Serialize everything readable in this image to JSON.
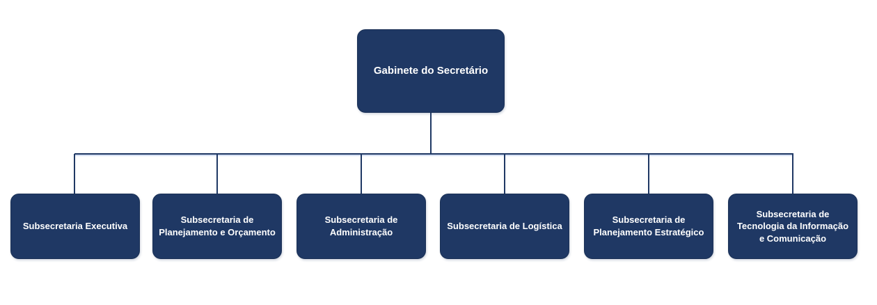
{
  "diagram": {
    "type": "org-chart",
    "root": {
      "label": "Gabinete do Secretário"
    },
    "children": [
      {
        "label": "Subsecretaria Executiva"
      },
      {
        "label": "Subsecretaria de\nPlanejamento e Orçamento"
      },
      {
        "label": "Subsecretaria de\nAdministração"
      },
      {
        "label": "Subsecretaria de Logística"
      },
      {
        "label": "Subsecretaria de\nPlanejamento Estratégico"
      },
      {
        "label": "Subsecretaria de\nTecnologia da Informação\ne Comunicação"
      }
    ],
    "colors": {
      "box_fill": "#1F3864",
      "box_border": "#1B3156",
      "box_text": "#FFFFFF",
      "connector": "#1F3864",
      "connector_shadow": "#8FAADC",
      "background": "#FFFFFF"
    }
  }
}
